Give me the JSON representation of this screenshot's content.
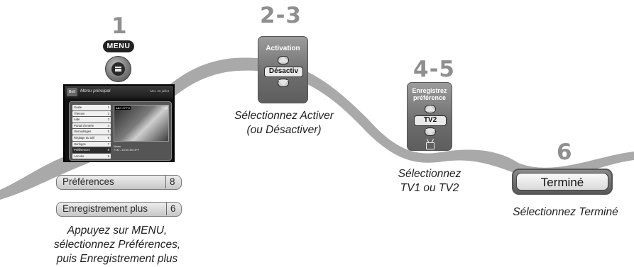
{
  "steps": {
    "s1": {
      "number": "1",
      "key_label": "MENU",
      "caption": [
        "Appuyez sur MENU,",
        "sélectionnez Préférences,",
        "puis Enregistrement plus"
      ]
    },
    "s23": {
      "number": "2-3",
      "title": "Activation",
      "option": "Désactiv",
      "caption": [
        "Sélectionnez Activer",
        "(ou Désactiver)"
      ]
    },
    "s45": {
      "number": "4-5",
      "title_line1": "Enregistrez",
      "title_line2": "préférence",
      "option": "TV2",
      "caption": [
        "Sélectionnez",
        "TV1 ou TV2"
      ]
    },
    "s6": {
      "number": "6",
      "button_label": "Terminé",
      "caption": "Sélectionnez Terminé"
    }
  },
  "tv_menu": {
    "title": "Menu principal",
    "date": "Mer. 26 juillet",
    "logo": "Bell",
    "channel_left": "ABC CFTO",
    "channel_right": "7:45",
    "info_line1": "News",
    "info_line2": "7:00 - 10:00 8h OFF",
    "items": [
      {
        "label": "Guide",
        "n": "1"
      },
      {
        "label": "Thèmes",
        "n": "2"
      },
      {
        "label": "Aide",
        "n": "3"
      },
      {
        "label": "Portail d'entrée",
        "n": "4"
      },
      {
        "label": "Verrouillages",
        "n": "5"
      },
      {
        "label": "Réglage du tuiil",
        "n": "6"
      },
      {
        "label": "Horloges",
        "n": "7"
      },
      {
        "label": "Préférences",
        "n": "8"
      },
      {
        "label": "Annuler",
        "n": "9"
      }
    ]
  },
  "pills": {
    "preferences": {
      "label": "Préférences",
      "num": "8"
    },
    "enregistrement": {
      "label": "Enregistrement plus",
      "num": "6"
    }
  },
  "colors": {
    "ribbon": "#a9a9a9",
    "step_number": "#8f8f8f",
    "remote_body": "#7a7a7a"
  }
}
